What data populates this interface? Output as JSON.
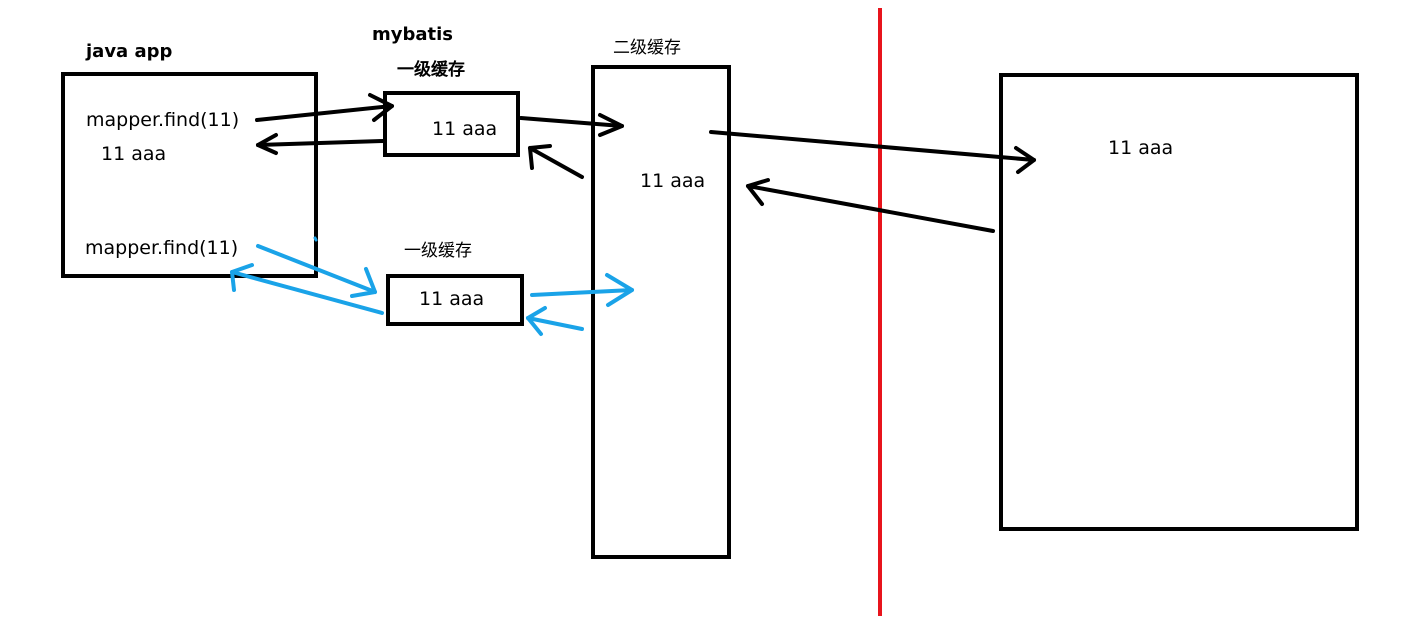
{
  "labels": {
    "java_app": "java app",
    "mybatis": "mybatis",
    "l1_cache_top": "一级缓存",
    "l1_cache_bottom": "一级缓存",
    "l2_cache": "二级缓存"
  },
  "app": {
    "call_1": "mapper.find(11)",
    "result_1": "11 aaa",
    "call_2": "mapper.find(11)"
  },
  "cache_values": {
    "l1_top": "11 aaa",
    "l1_bottom": "11 aaa",
    "l2": "11 aaa",
    "db": "11 aaa"
  },
  "colors": {
    "black_flow": "#000000",
    "blue_flow": "#1aa3e8",
    "divider": "#e8141c"
  }
}
